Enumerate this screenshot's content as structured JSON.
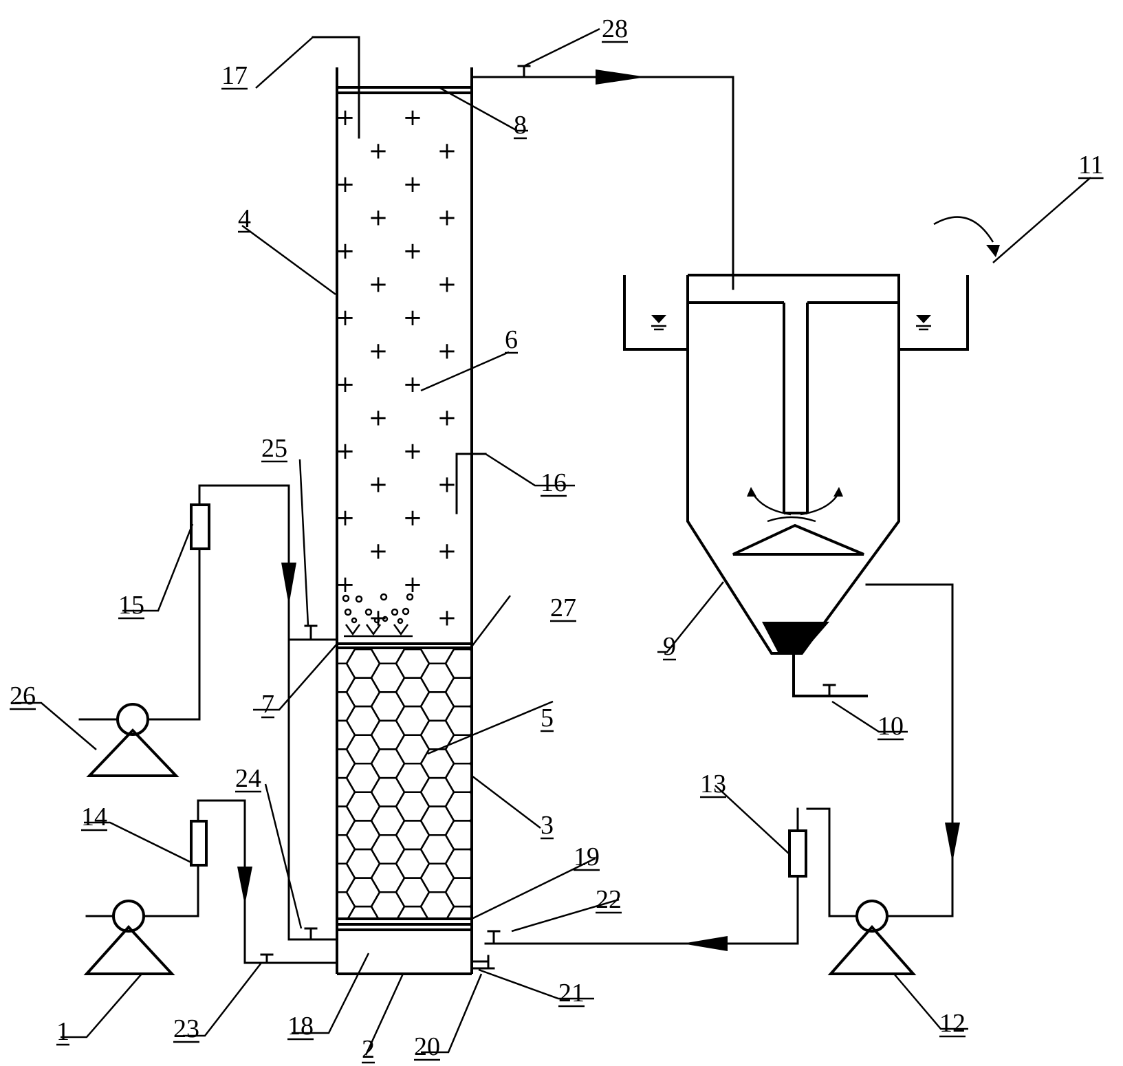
{
  "labels": [
    {
      "id": "1",
      "text": "1"
    },
    {
      "id": "2",
      "text": "2"
    },
    {
      "id": "3",
      "text": "3"
    },
    {
      "id": "4",
      "text": "4"
    },
    {
      "id": "5",
      "text": "5"
    },
    {
      "id": "6",
      "text": "6"
    },
    {
      "id": "7",
      "text": "7"
    },
    {
      "id": "8",
      "text": "8"
    },
    {
      "id": "9",
      "text": "9"
    },
    {
      "id": "10",
      "text": "10"
    },
    {
      "id": "11",
      "text": "11"
    },
    {
      "id": "12",
      "text": "12"
    },
    {
      "id": "13",
      "text": "13"
    },
    {
      "id": "14",
      "text": "14"
    },
    {
      "id": "15",
      "text": "15"
    },
    {
      "id": "16",
      "text": "16"
    },
    {
      "id": "17",
      "text": "17"
    },
    {
      "id": "18",
      "text": "18"
    },
    {
      "id": "19",
      "text": "19"
    },
    {
      "id": "20",
      "text": "20"
    },
    {
      "id": "21",
      "text": "21"
    },
    {
      "id": "22",
      "text": "22"
    },
    {
      "id": "23",
      "text": "23"
    },
    {
      "id": "24",
      "text": "24"
    },
    {
      "id": "25",
      "text": "25"
    },
    {
      "id": "26",
      "text": "26"
    },
    {
      "id": "27",
      "text": "27"
    },
    {
      "id": "28",
      "text": "28"
    }
  ],
  "packing_symbol": "+"
}
